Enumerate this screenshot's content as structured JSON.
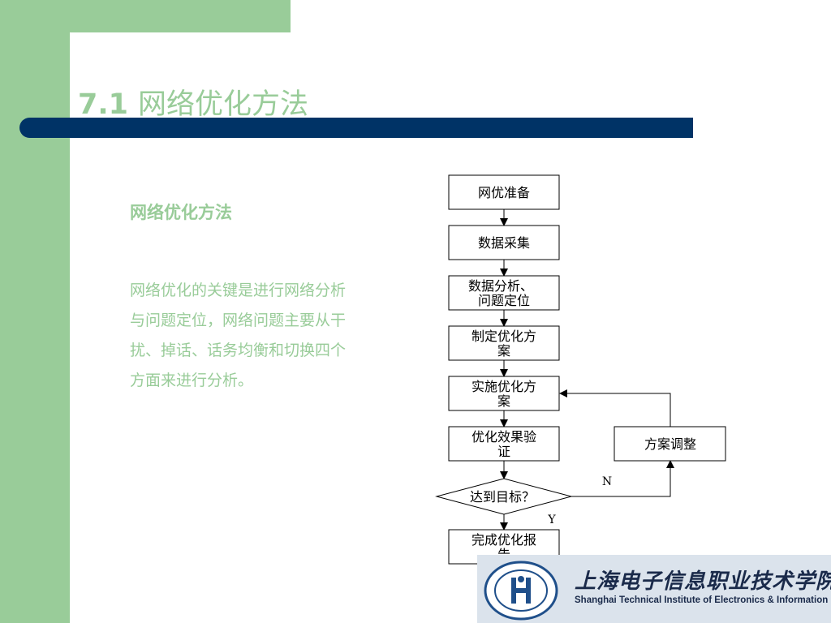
{
  "slide": {
    "title_number": "7.1",
    "title_text": "网络优化方法",
    "subheading": "网络优化方法",
    "body": "网络优化的关键是进行网络分析与问题定位，网络问题主要从干扰、掉话、话务均衡和切换四个方面来进行分析。"
  },
  "flowchart": {
    "nodes": [
      {
        "id": "n1",
        "lines": [
          "网优准备"
        ]
      },
      {
        "id": "n2",
        "lines": [
          "数据采集"
        ]
      },
      {
        "id": "n3",
        "lines": [
          "数据分析、",
          "问题定位"
        ]
      },
      {
        "id": "n4",
        "lines": [
          "制定优化方",
          "案"
        ]
      },
      {
        "id": "n5",
        "lines": [
          "实施优化方",
          "案"
        ]
      },
      {
        "id": "n6",
        "lines": [
          "优化效果验",
          "证"
        ]
      },
      {
        "id": "n7",
        "lines": [
          "达到目标？"
        ]
      },
      {
        "id": "n8",
        "lines": [
          "完成优化报",
          "告"
        ]
      },
      {
        "id": "n9",
        "lines": [
          "方案调整"
        ]
      }
    ],
    "labels": {
      "no": "N",
      "yes": "Y"
    }
  },
  "logo": {
    "name_cn": "上海电子信息职业技术学院",
    "name_en": "Shanghai Technical Institute of Electronics & Information"
  },
  "colors": {
    "accent_green": "#99cc99",
    "bar_navy": "#003366"
  }
}
